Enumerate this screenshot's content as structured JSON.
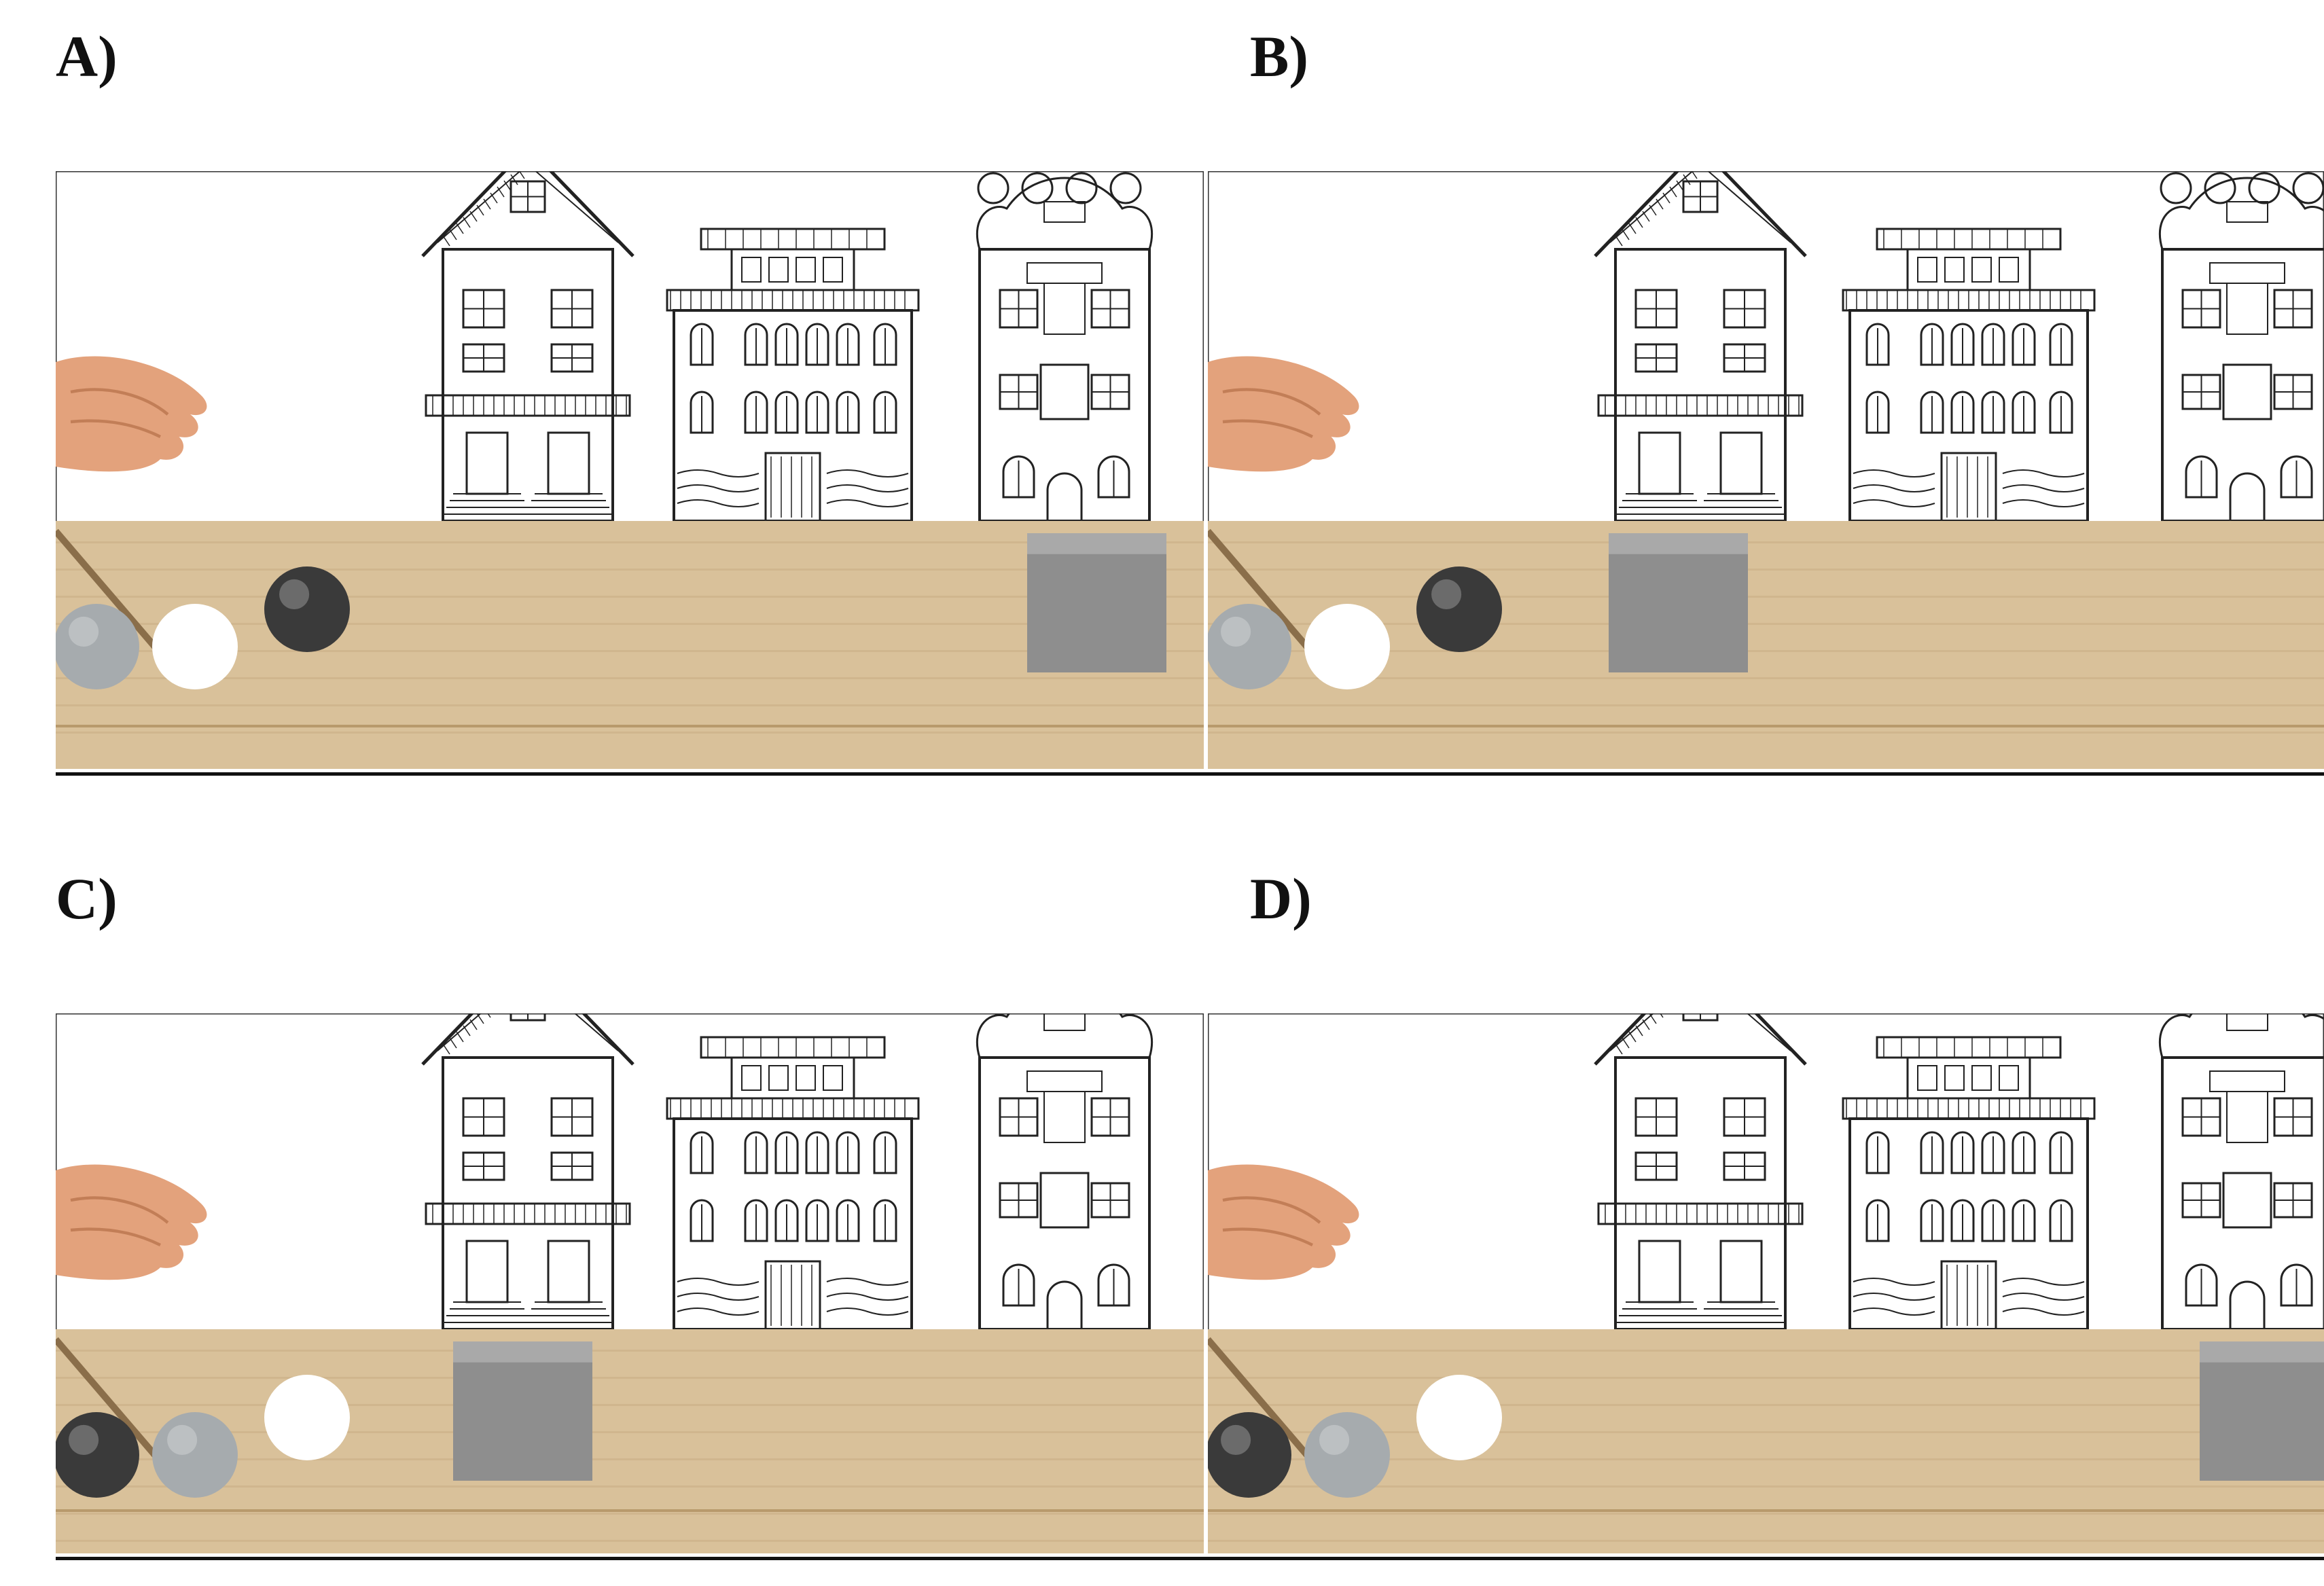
{
  "panels": [
    {
      "id": "A",
      "label": "A)",
      "balls": [
        "light-gray",
        "white",
        "dark-gray"
      ],
      "cube_position": "right"
    },
    {
      "id": "B",
      "label": "B)",
      "balls": [
        "light-gray",
        "white",
        "dark-gray"
      ],
      "cube_position": "left"
    },
    {
      "id": "C",
      "label": "C)",
      "balls": [
        "dark-gray",
        "light-gray",
        "white"
      ],
      "cube_position": "left"
    },
    {
      "id": "D",
      "label": "D)",
      "balls": [
        "dark-gray",
        "light-gray",
        "white"
      ],
      "cube_position": "right"
    }
  ],
  "colors": {
    "table": "#d9c19a",
    "table_dark": "#c8ac82",
    "cube": "#8e8e8e",
    "cube_top": "#a9a9a9",
    "ball_white": "#ffffff",
    "ball_light": "#a6abae",
    "ball_dark": "#3a3a3a",
    "skin": "#e3a27c",
    "line": "#222222"
  }
}
